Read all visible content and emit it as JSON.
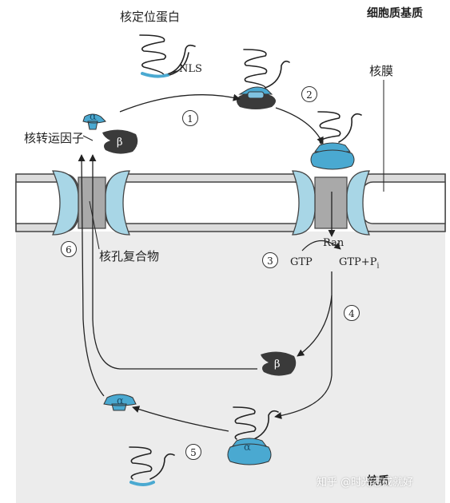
{
  "labels": {
    "cytoplasm": "细胞质基质",
    "nuclear_protein": "核定位蛋白",
    "nls": "NLS",
    "importin": "核转运因子",
    "alpha": "α",
    "beta": "β",
    "nuclear_envelope": "核膜",
    "npc": "核孔复合物",
    "ran": "Ran",
    "gtp": "GTP",
    "gtp_pi": "GTP+P",
    "pi_sub": "i",
    "nucleoplasm": "核质"
  },
  "steps": [
    "1",
    "2",
    "3",
    "4",
    "5",
    "6"
  ],
  "watermark": "知乎 @时光志成就好",
  "colors": {
    "light_blue": "#a8d6e6",
    "mid_blue": "#4aa9d1",
    "dark_gray": "#3a3a3a",
    "pore_gray": "#a9a9a9",
    "nucleus_bg": "#ececec"
  }
}
